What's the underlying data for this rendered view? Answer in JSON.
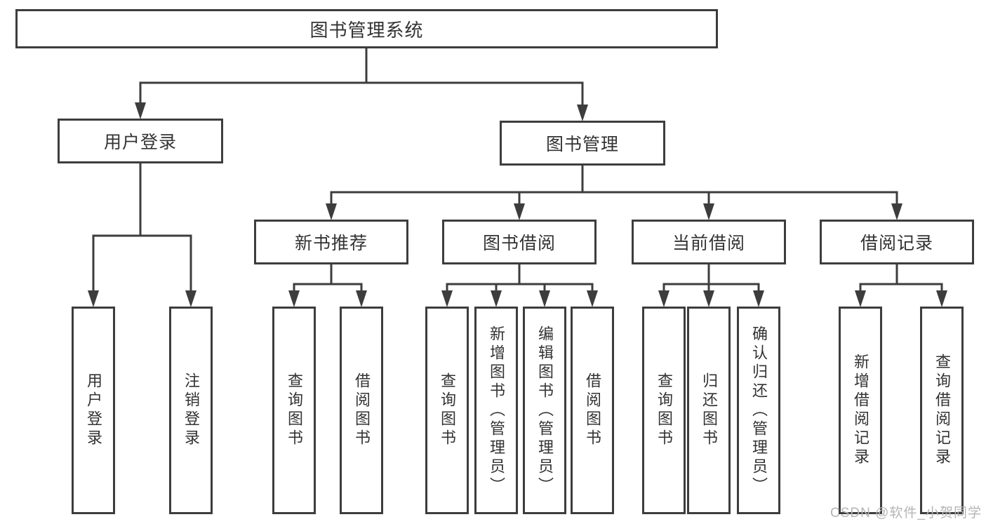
{
  "nodes": {
    "root": "图书管理系统",
    "user_login": "用户登录",
    "book_mgmt": "图书管理",
    "new_book_rec": "新书推荐",
    "book_borrow": "图书借阅",
    "current_borrow": "当前借阅",
    "borrow_records": "借阅记录",
    "leaf_user_login": "用户登录",
    "leaf_logout": "注销登录",
    "leaf_rec_query_book": "查询图书",
    "leaf_rec_borrow_book": "借阅图书",
    "leaf_bor_query_book": "查询图书",
    "leaf_bor_add_book": "新增图书（管理员）",
    "leaf_bor_edit_book": "编辑图书（管理员）",
    "leaf_bor_borrow_book": "借阅图书",
    "leaf_cur_query_book": "查询图书",
    "leaf_cur_return_book": "归还图书",
    "leaf_cur_confirm_return": "确认归还（管理员）",
    "leaf_log_add_record": "新增借阅记录",
    "leaf_log_query_record": "查询借阅记录"
  },
  "watermark": {
    "text": "CSDN @软件_小贺同学"
  },
  "colors": {
    "line-color": "#3d3d3d",
    "text-color": "#333333",
    "watermark-color": "#b5b5b5",
    "bg-color": "#ffffff"
  }
}
